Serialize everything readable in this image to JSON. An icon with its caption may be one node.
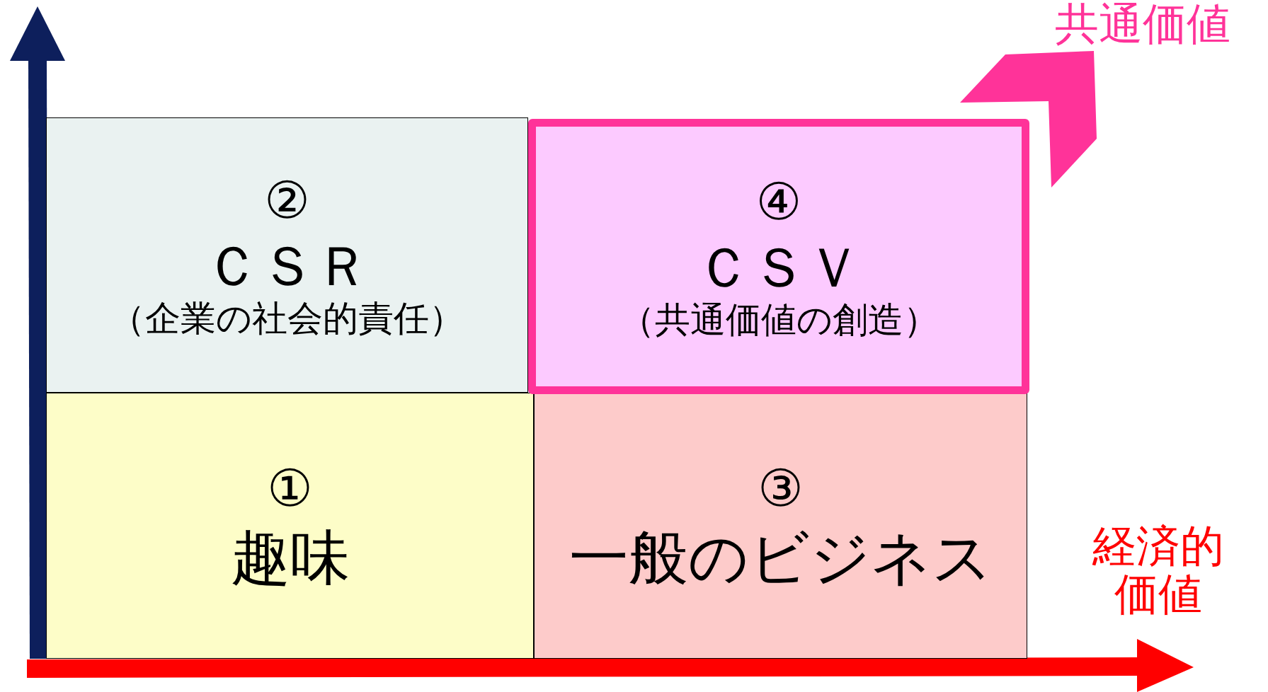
{
  "diagram": {
    "nodes": [
      {
        "text": [
          "②",
          "ＣＳＲ",
          "（企業の社会的責任）"
        ]
      },
      {
        "text": [
          "④",
          "ＣＳＶ",
          "（共通価値の創造）"
        ]
      },
      {
        "text": [
          "①",
          "趣味"
        ]
      },
      {
        "text": [
          "③",
          "一般のビジネス"
        ]
      }
    ],
    "labels": [
      "共通価値",
      "経済的価値"
    ]
  }
}
